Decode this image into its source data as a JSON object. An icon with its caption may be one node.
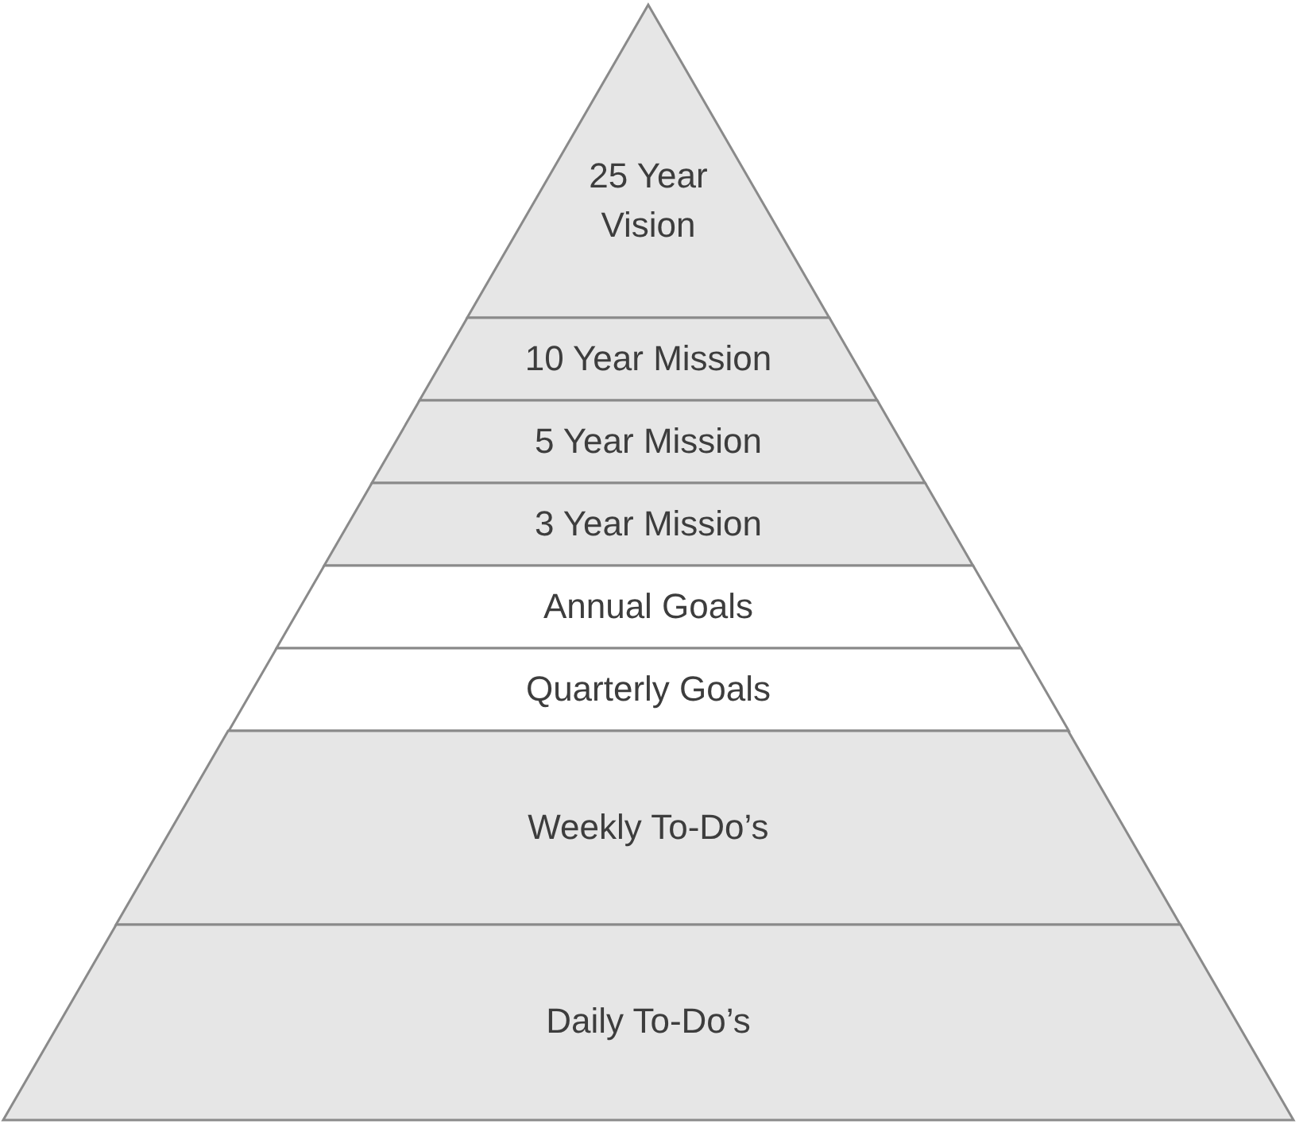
{
  "diagram": {
    "nodes": [
      {
        "text": [
          "25 Year Vision"
        ]
      },
      {
        "text": [
          "10 Year Mission"
        ]
      },
      {
        "text": [
          "5 Year Mission"
        ]
      },
      {
        "text": [
          "3 Year Mission"
        ]
      },
      {
        "text": [
          "Annual Goals"
        ]
      },
      {
        "text": [
          "Quarterly Goals"
        ]
      },
      {
        "text": [
          "Weekly To-Do’s"
        ]
      },
      {
        "text": [
          "Daily To-Do’s"
        ]
      }
    ]
  }
}
